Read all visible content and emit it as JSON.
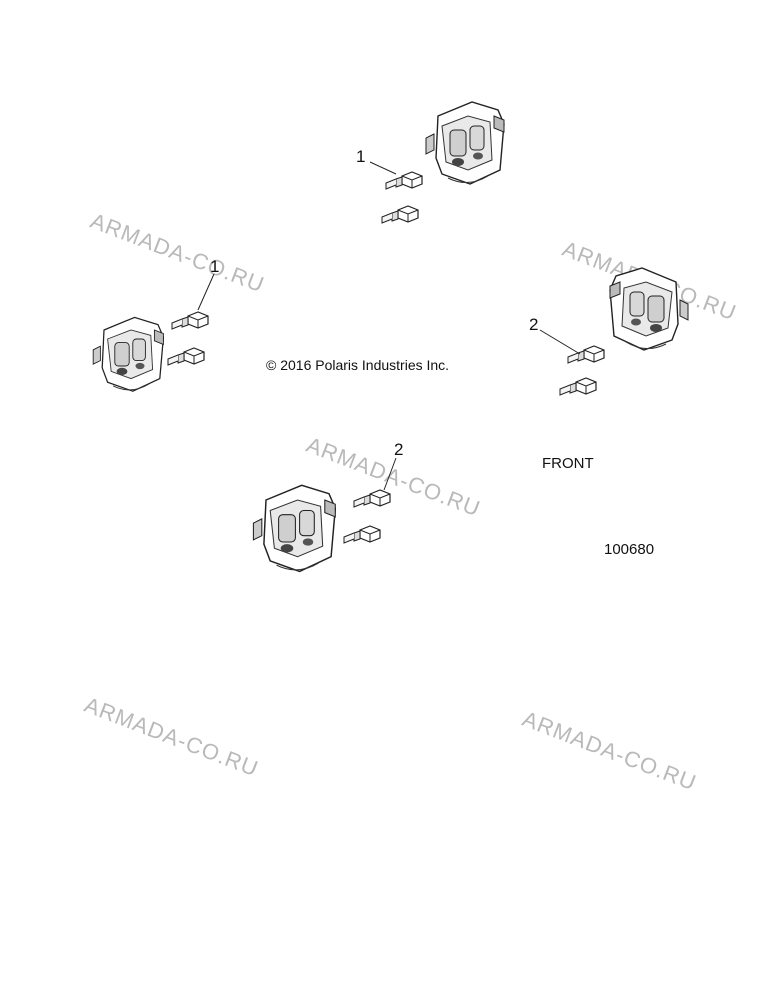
{
  "copyright": "© 2016 Polaris Industries Inc.",
  "front_label": "FRONT",
  "figure_number": "100680",
  "watermark": "ARMADA-CO.RU",
  "callouts": {
    "c1a": "1",
    "c1b": "1",
    "c2a": "2",
    "c2b": "2"
  },
  "icons": {
    "caliper": "brake-caliper-icon",
    "bolt": "bolt-icon"
  }
}
